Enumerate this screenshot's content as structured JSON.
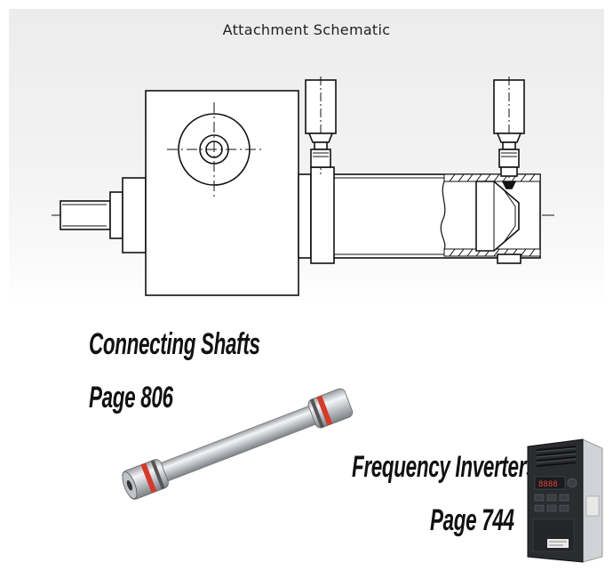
{
  "schematic": {
    "title": "Attachment Schematic"
  },
  "references": {
    "connecting_shafts": {
      "title": "Connecting Shafts",
      "page": "Page 806",
      "image": "connecting-shaft-coupling"
    },
    "frequency_inverters": {
      "title": "Frequency Inverters",
      "page": "Page 744",
      "image": "frequency-inverter-drive"
    }
  },
  "colors": {
    "line": "#111111",
    "panel": "#eeeeee",
    "coupling_accent": "#d33a2c",
    "inverter_body": "#2a2c30"
  }
}
